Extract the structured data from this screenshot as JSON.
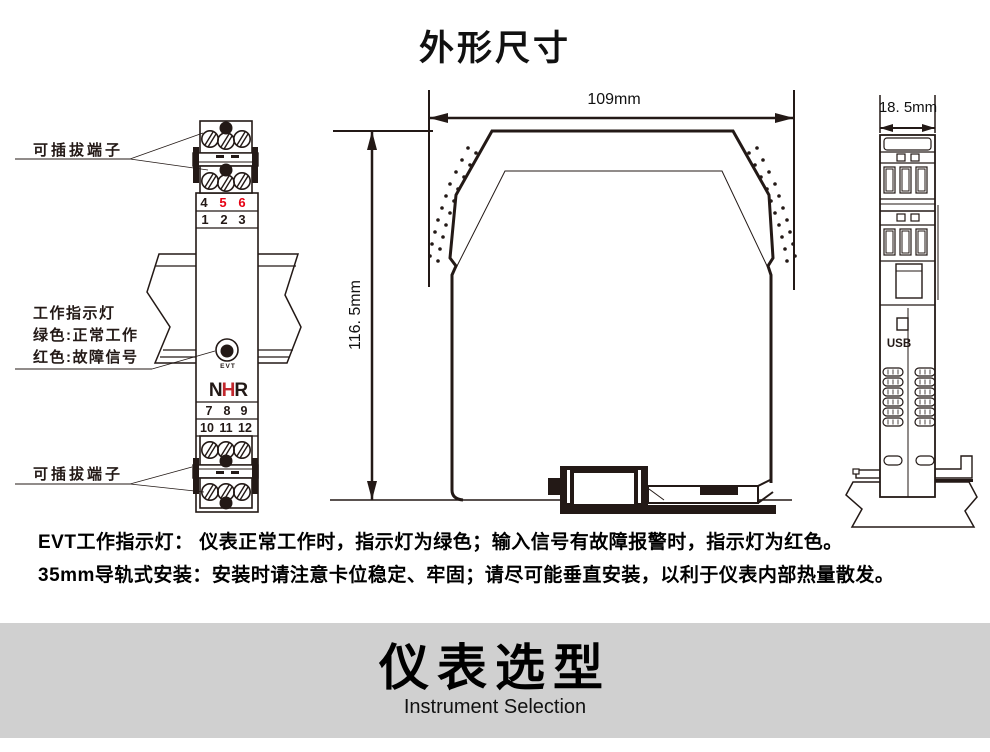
{
  "page_title": "外形尺寸",
  "front_view": {
    "label_pluggable_terminal_top": "可插拔端子",
    "label_pluggable_terminal_bottom": "可插拔端子",
    "indicator_lines": [
      "工作指示灯",
      "绿色:正常工作",
      "红色:故障信号"
    ],
    "led_label": "EVT",
    "logo": {
      "n": "N",
      "h": "H",
      "r": "R"
    },
    "terminal_numbers": {
      "row1": [
        "4",
        "5",
        "6"
      ],
      "row2": [
        "1",
        "2",
        "3"
      ],
      "row3": [
        "7",
        "8",
        "9"
      ],
      "row4": [
        "10",
        "11",
        "12"
      ]
    }
  },
  "side_view": {
    "width_label": "109mm",
    "height_label": "116. 5mm"
  },
  "end_view": {
    "width_label": "18. 5mm",
    "usb_label": "USB"
  },
  "notes": [
    "EVT工作指示灯： 仪表正常工作时，指示灯为绿色；输入信号有故障报警时，指示灯为红色。",
    "35mm导轨式安装：安装时请注意卡位稳定、牢固；请尽可能垂直安装，以利于仪表内部热量散发。"
  ],
  "banner": {
    "title": "仪表选型",
    "subtitle": "Instrument Selection"
  },
  "colors": {
    "accent_red": "#e60012",
    "line_color": "#231916",
    "banner_bg": "#d0d0d0"
  }
}
